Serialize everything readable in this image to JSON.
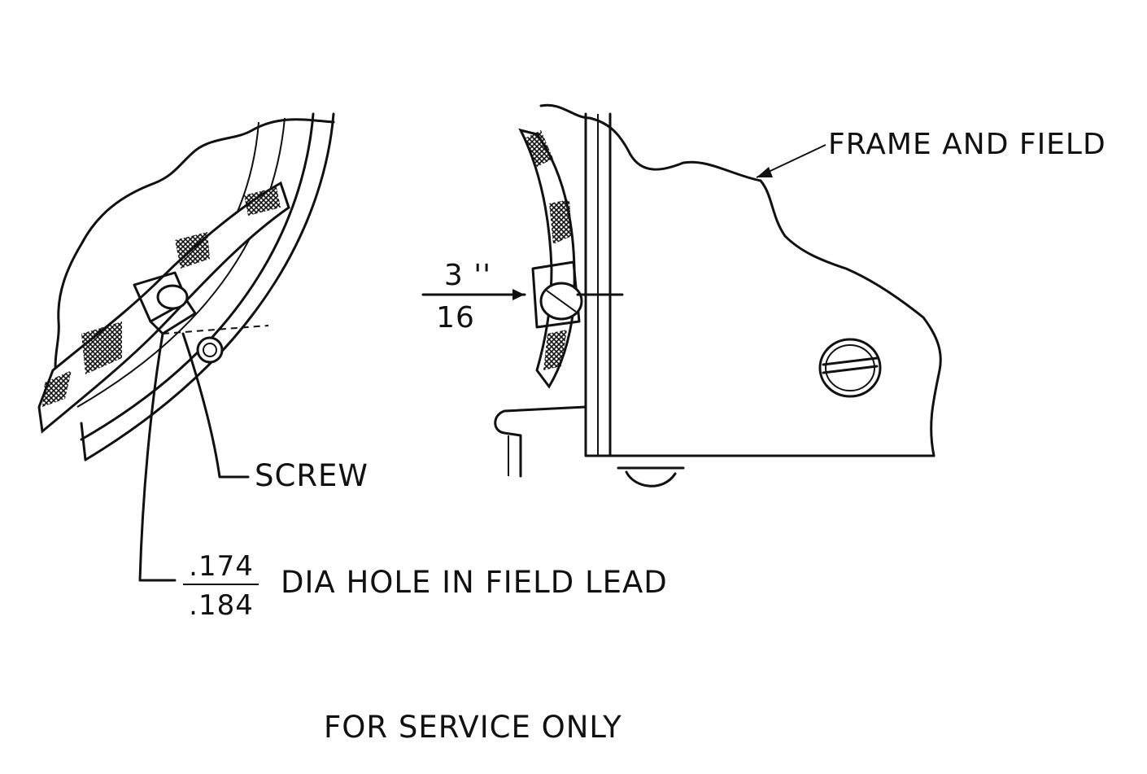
{
  "labels": {
    "frame_and_field": "FRAME AND FIELD",
    "screw": "SCREW",
    "dim_numerator": "3 ''",
    "dim_denominator": "16",
    "hole_numerator": ".174",
    "hole_denominator": ".184",
    "hole_text": "DIA HOLE IN FIELD LEAD",
    "footer": "FOR SERVICE ONLY"
  },
  "colors": {
    "ink": "#111111",
    "paper": "#ffffff"
  }
}
